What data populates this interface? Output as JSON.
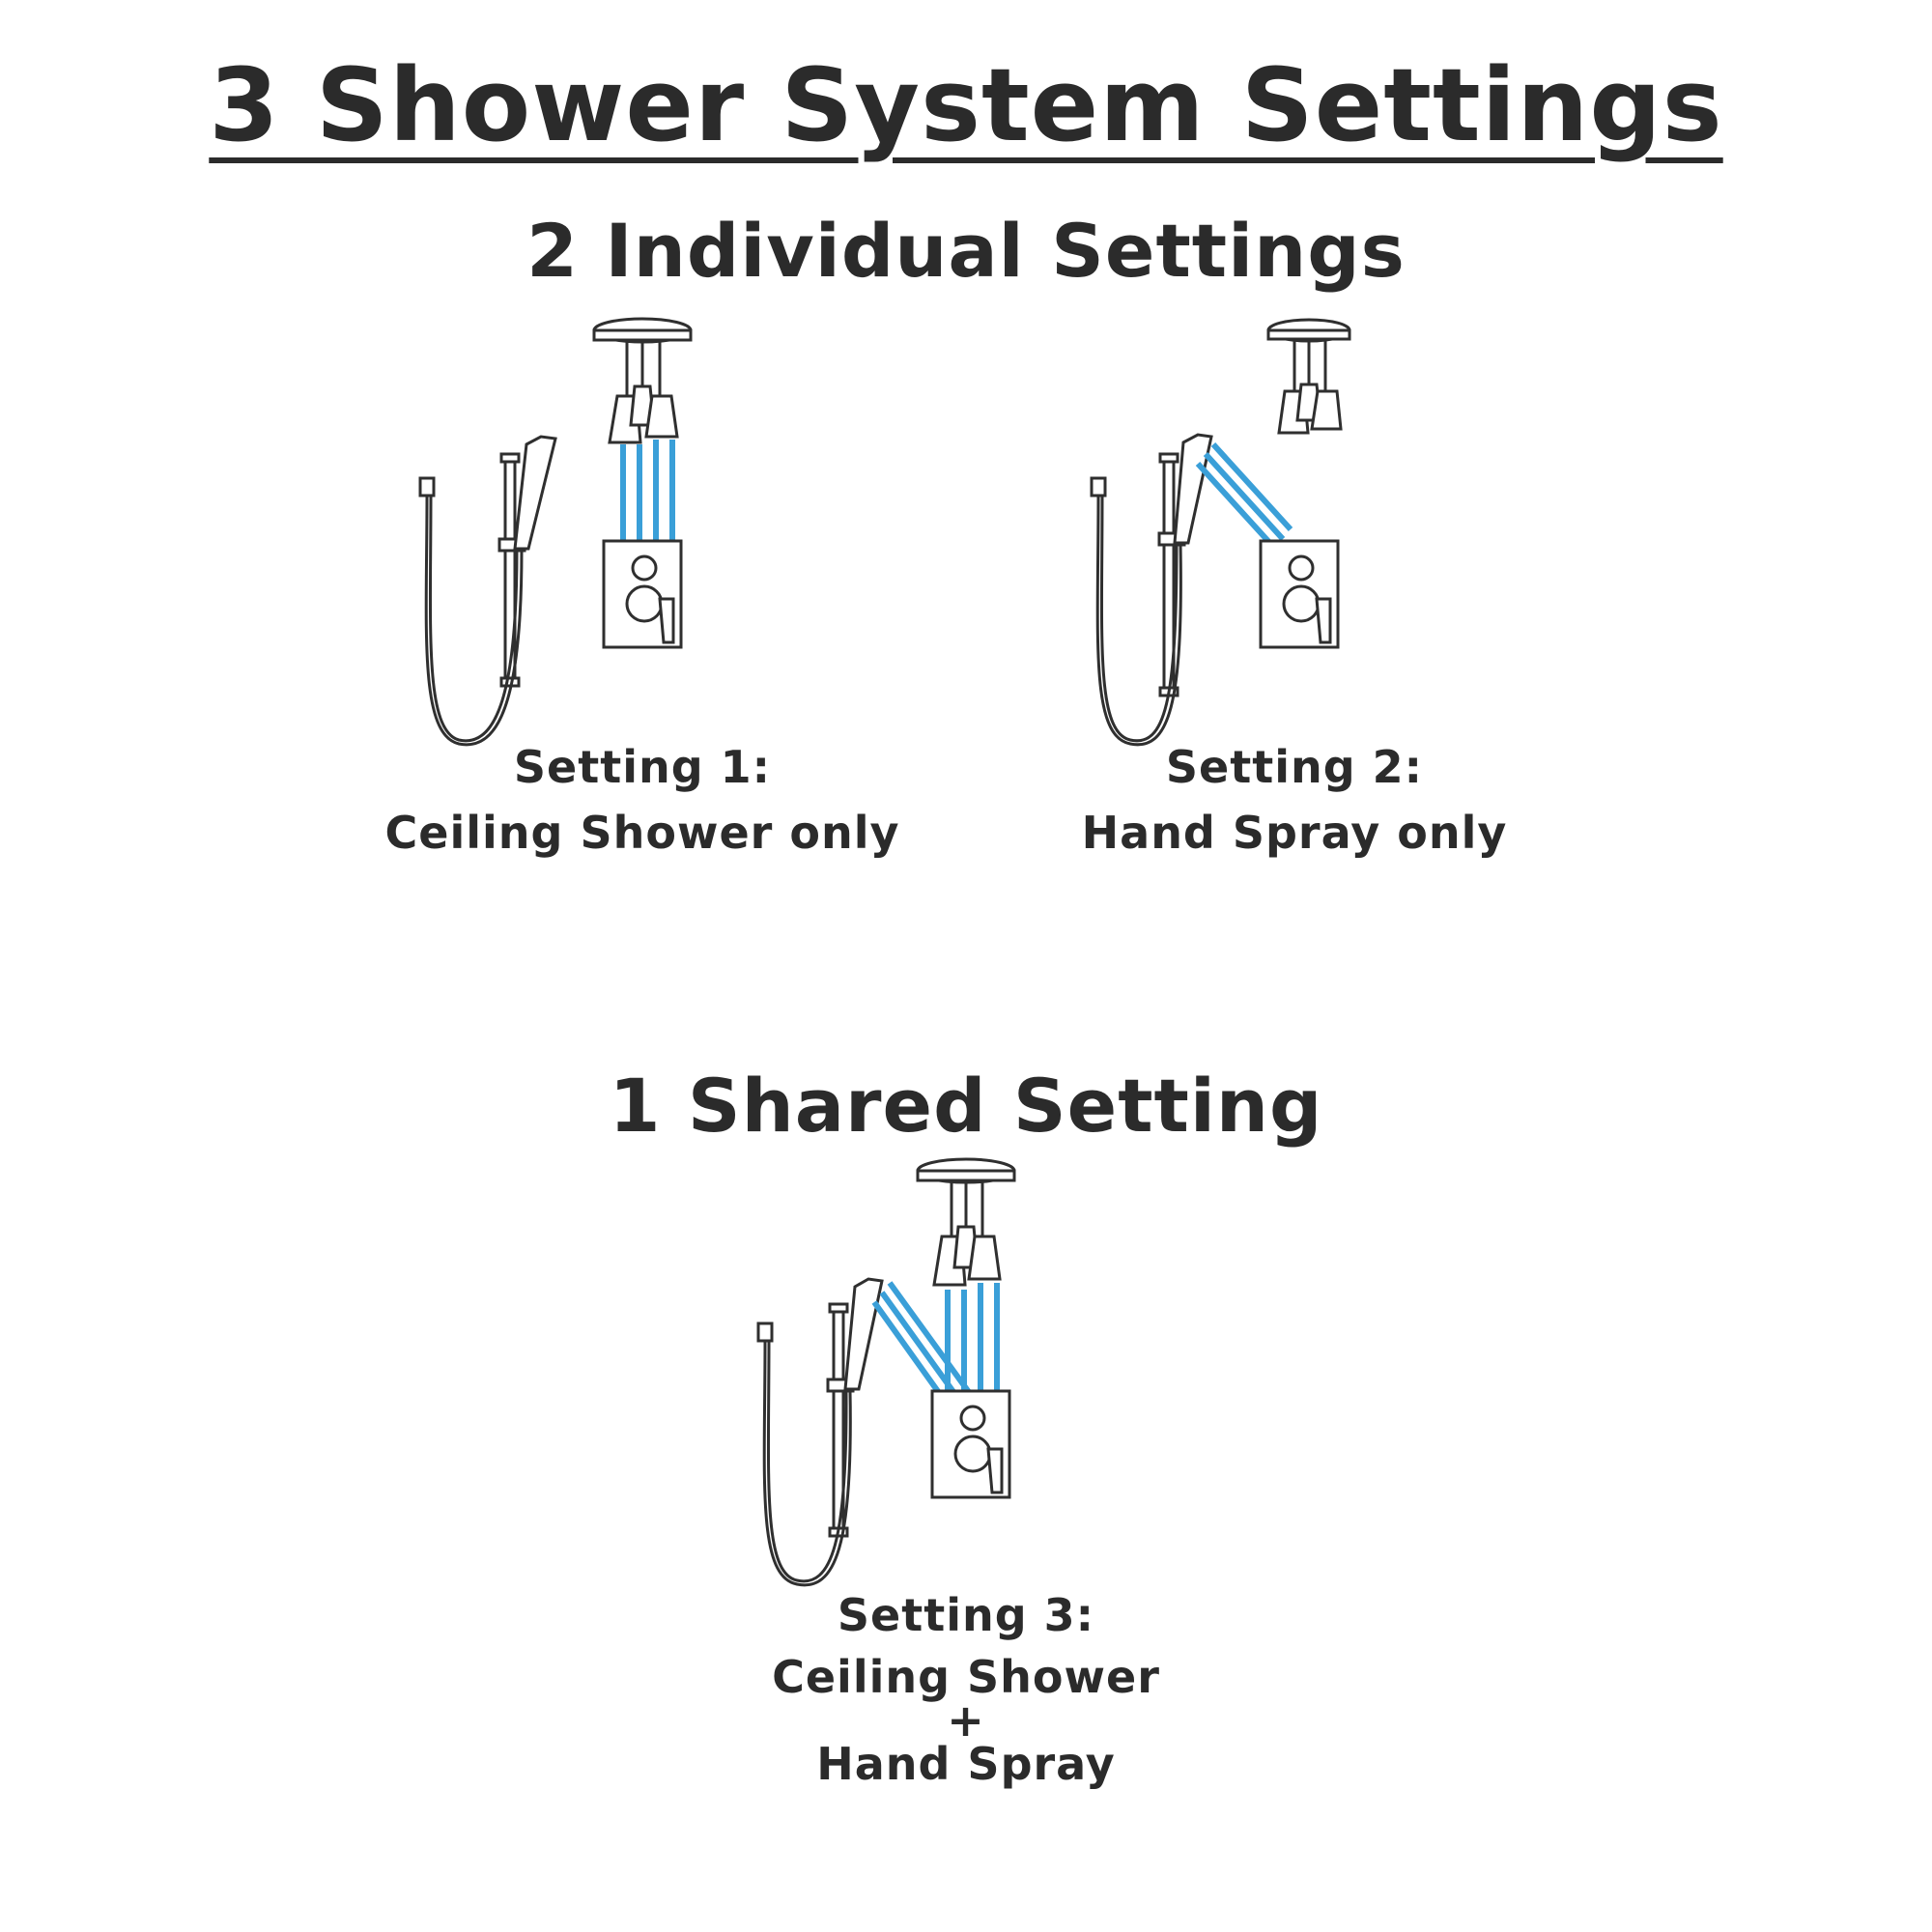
{
  "title": "3 Shower System Settings",
  "sections": {
    "individual": {
      "heading": "2 Individual Settings",
      "settings": [
        {
          "label": "Setting 1:",
          "description": "Ceiling Shower only",
          "active": [
            "ceiling"
          ]
        },
        {
          "label": "Setting 2:",
          "description": "Hand Spray only",
          "active": [
            "hand"
          ]
        }
      ]
    },
    "shared": {
      "heading": "1 Shared Setting",
      "setting": {
        "label": "Setting 3:",
        "line1": "Ceiling Shower",
        "plus": "+",
        "line2": "Hand Spray",
        "active": [
          "ceiling",
          "hand"
        ]
      }
    }
  },
  "colors": {
    "water": "#3a9fd8",
    "outline": "#2f2f2f",
    "text": "#2b2b2b"
  },
  "icons": [
    "ceiling-shower-icon",
    "hand-shower-icon",
    "valve-trim-icon",
    "water-flow-icon"
  ]
}
